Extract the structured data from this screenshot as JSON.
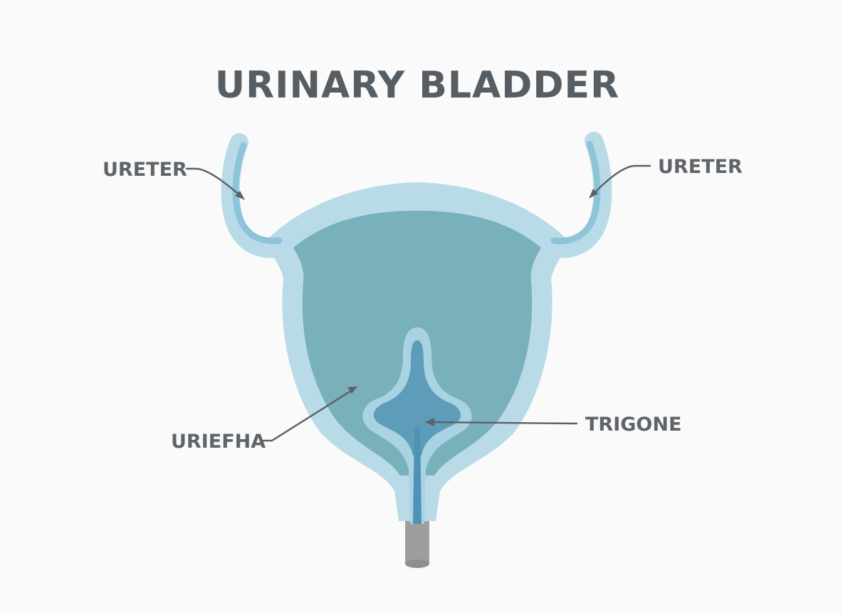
{
  "title": "URINARY BLADDER",
  "labels": {
    "ureter_left": "URETER",
    "ureter_right": "URETER",
    "urethra": "URIEFHA",
    "trigone": "TRIGONE"
  },
  "colors": {
    "background": "#fafafa",
    "outer_wall": "#b9dbe8",
    "ureter_lumen": "#8ec4da",
    "cavity": "#78b1bb",
    "trigone_rim": "#a9d3e3",
    "trigone_core": "#5d9dba",
    "urethra_lumen": "#4f92b5",
    "catheter": "#9e9ea0",
    "text": "#5f6469"
  }
}
